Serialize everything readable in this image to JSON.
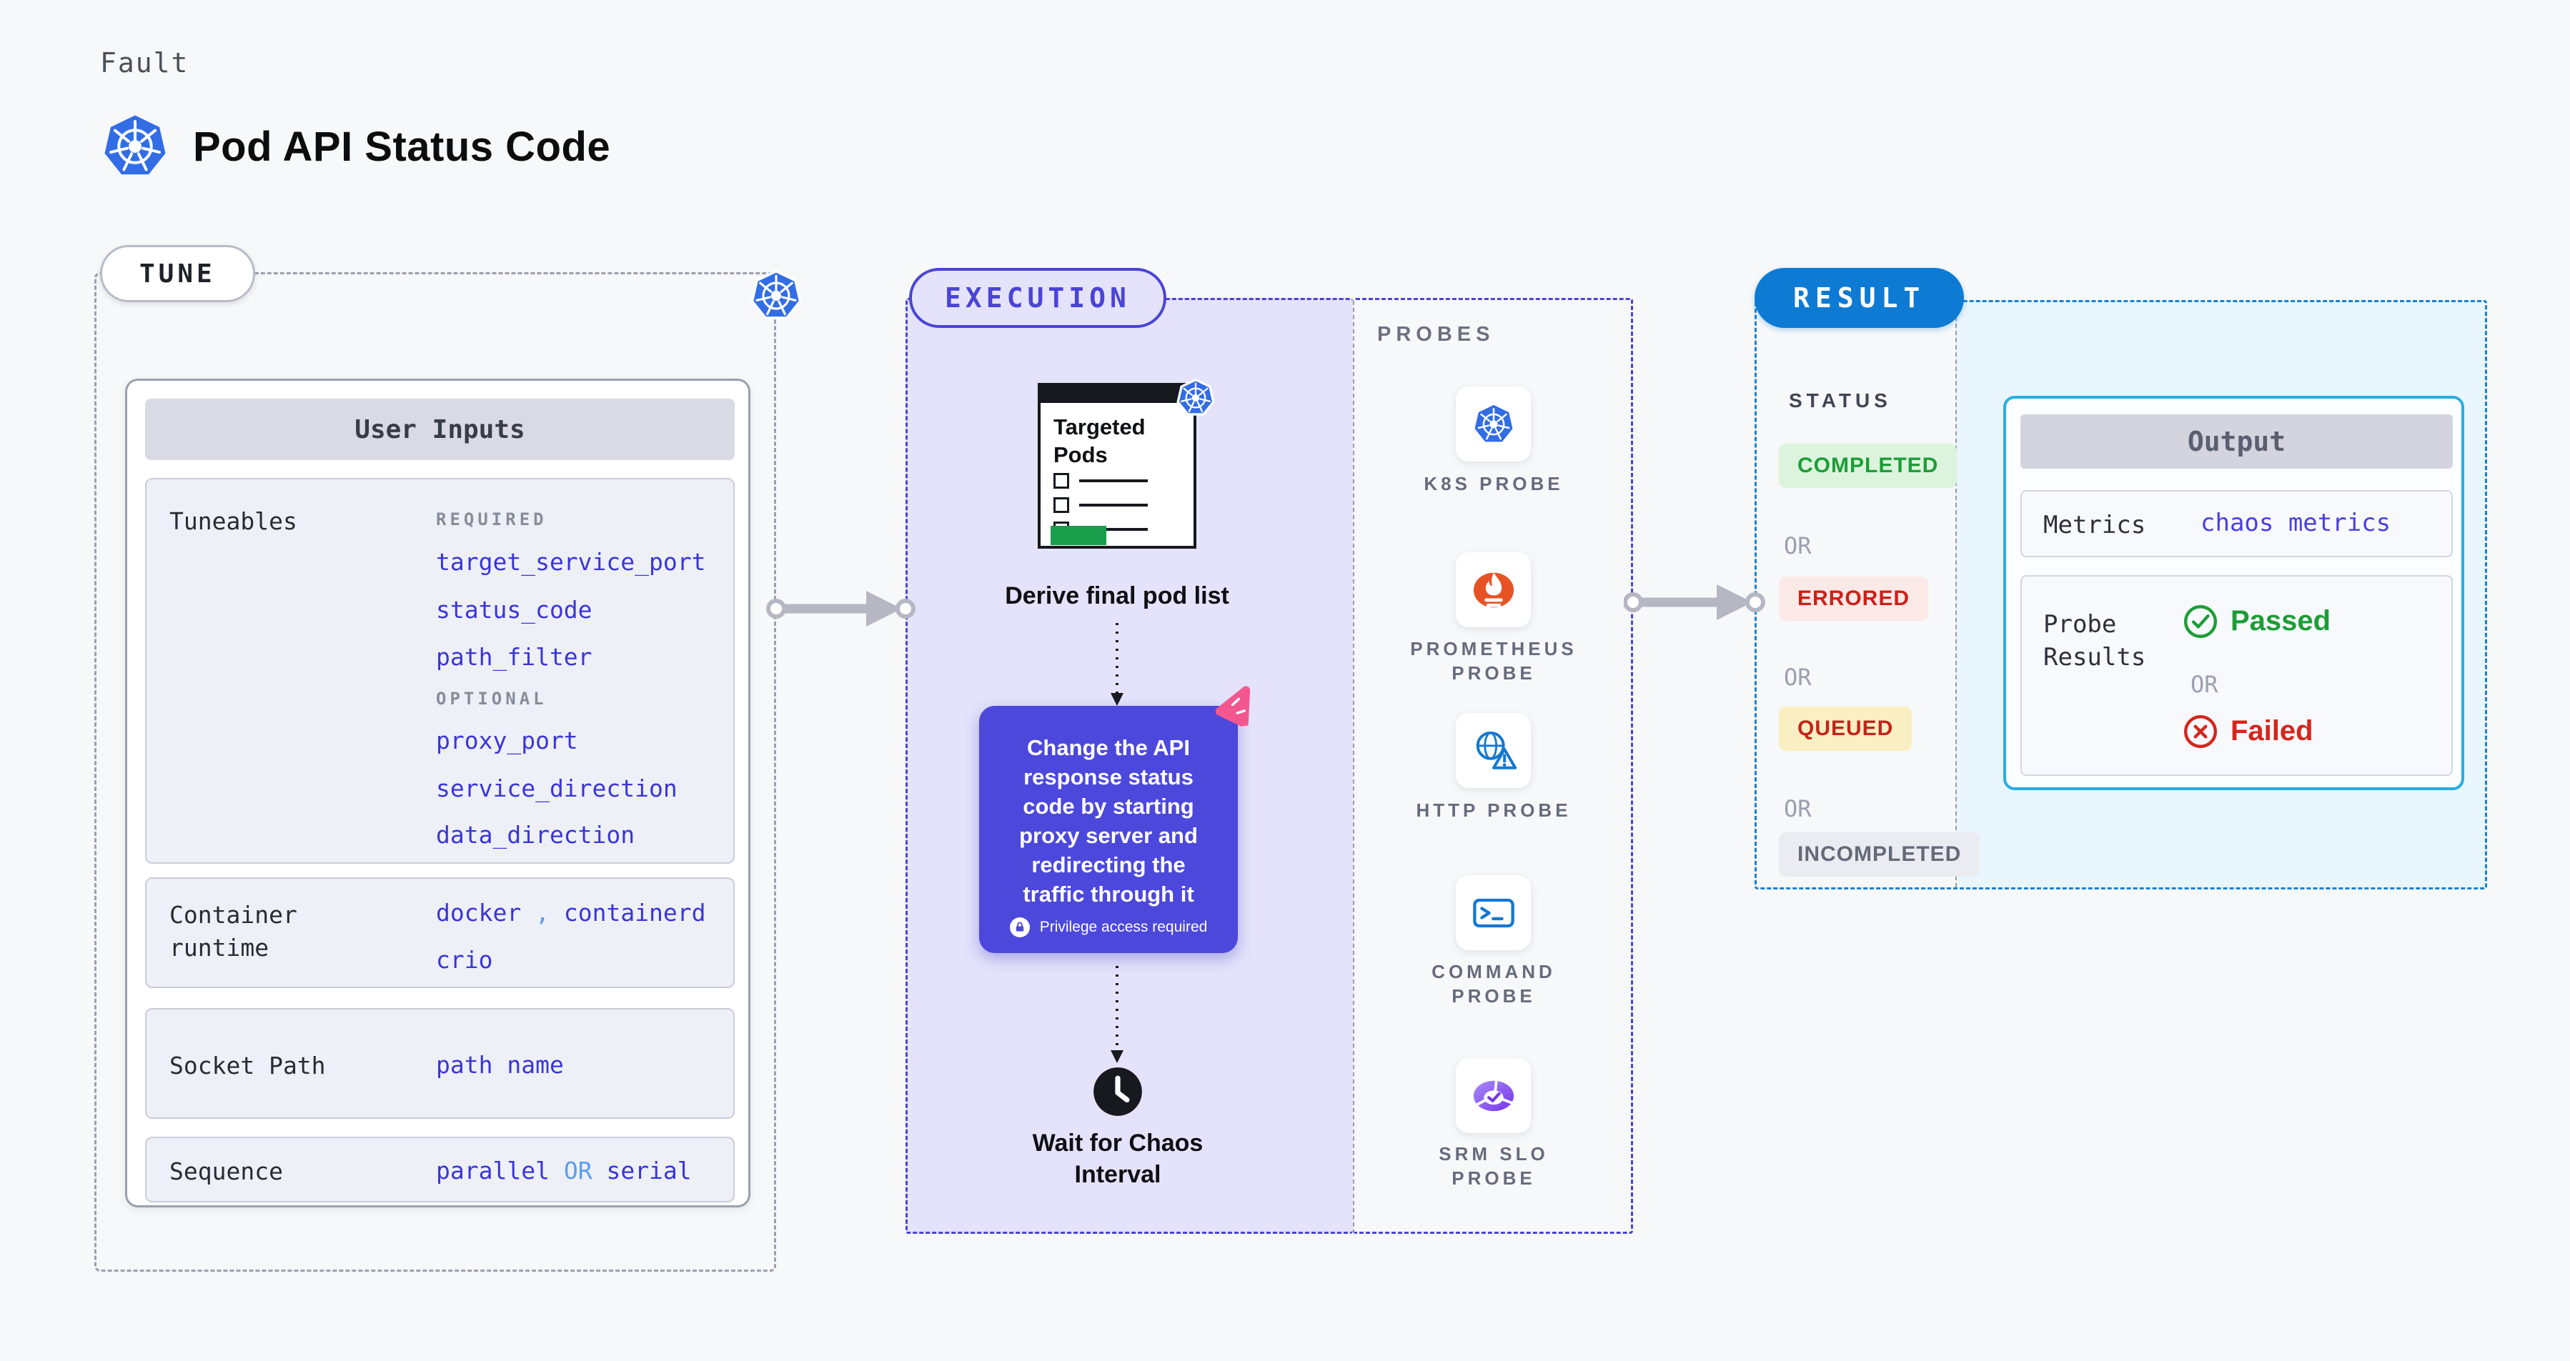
{
  "page": {
    "eyebrow": "Fault",
    "title": "Pod API Status Code",
    "title_icon": "kubernetes-icon"
  },
  "tune": {
    "label": "TUNE",
    "corner_icon": "kubernetes-icon",
    "user_inputs": {
      "title": "User Inputs",
      "tuneables": {
        "label": "Tuneables",
        "required_label": "REQUIRED",
        "required": [
          "target_service_port",
          "status_code",
          "path_filter"
        ],
        "optional_label": "OPTIONAL",
        "optional": [
          "proxy_port",
          "service_direction",
          "data_direction"
        ]
      },
      "container_runtime": {
        "label": "Container runtime",
        "values": [
          "docker",
          "containerd",
          "crio"
        ],
        "separator": ","
      },
      "socket_path": {
        "label": "Socket Path",
        "value": "path name"
      },
      "sequence": {
        "label": "Sequence",
        "value_a": "parallel",
        "or": "OR",
        "value_b": "serial"
      }
    }
  },
  "execution": {
    "label": "EXECUTION",
    "targeted_pods": {
      "title": "Targeted Pods",
      "corner_icon": "kubernetes-icon"
    },
    "derive_caption": "Derive final pod list",
    "action_card": {
      "text": "Change the API response status code by starting proxy server and redirecting the traffic through it",
      "privilege_note": "Privilege access required",
      "lock_icon": "lock-icon",
      "corner_icon": "pink-flag-icon"
    },
    "wait_icon": "clock-icon",
    "wait_caption": "Wait for Chaos Interval"
  },
  "probes": {
    "label": "PROBES",
    "items": [
      {
        "label": "K8S PROBE",
        "icon": "kubernetes-icon"
      },
      {
        "label": "PROMETHEUS PROBE",
        "icon": "prometheus-icon"
      },
      {
        "label": "HTTP PROBE",
        "icon": "globe-warning-icon"
      },
      {
        "label": "COMMAND PROBE",
        "icon": "terminal-icon"
      },
      {
        "label": "SRM SLO PROBE",
        "icon": "slo-gauge-icon"
      }
    ]
  },
  "result": {
    "label": "RESULT",
    "status": {
      "label": "STATUS",
      "or_label": "OR",
      "badges": [
        {
          "text": "COMPLETED",
          "color": "#1d9d37",
          "bg": "#dcf4dd"
        },
        {
          "text": "ERRORED",
          "color": "#cb2117",
          "bg": "#fbe9e8"
        },
        {
          "text": "QUEUED",
          "color": "#c2251a",
          "bg": "#faefc3"
        },
        {
          "text": "INCOMPLETED",
          "color": "#646a78",
          "bg": "#ebecf2"
        }
      ]
    },
    "output": {
      "title": "Output",
      "metrics_label": "Metrics",
      "metrics_value": "chaos metrics",
      "probe_results_label": "Probe Results",
      "passed_label": "Passed",
      "passed_icon": "check-circle-icon",
      "or_label": "OR",
      "failed_label": "Failed",
      "failed_icon": "x-circle-icon"
    }
  },
  "colors": {
    "page_bg": "#f7f8fa",
    "accent_indigo": "#4a44d6",
    "link_blue": "#3a35d9",
    "or_light_blue": "#5b9cf0",
    "result_blue": "#0d7bd4",
    "result_dash_blue": "#1583d6",
    "output_border_cyan": "#29ade3",
    "output_area_bg": "#e9f6fd",
    "lavender_bg": "#e4e3fb",
    "action_purple": "#4c48db",
    "pink_flag": "#f4578f",
    "success_green": "#1d9d37",
    "error_red": "#d5261b",
    "k8s_blue": "#326de6",
    "prometheus_orange": "#e75225",
    "probe_icon_blue": "#1478d2",
    "arrow_gray": "#b5b7c3"
  }
}
